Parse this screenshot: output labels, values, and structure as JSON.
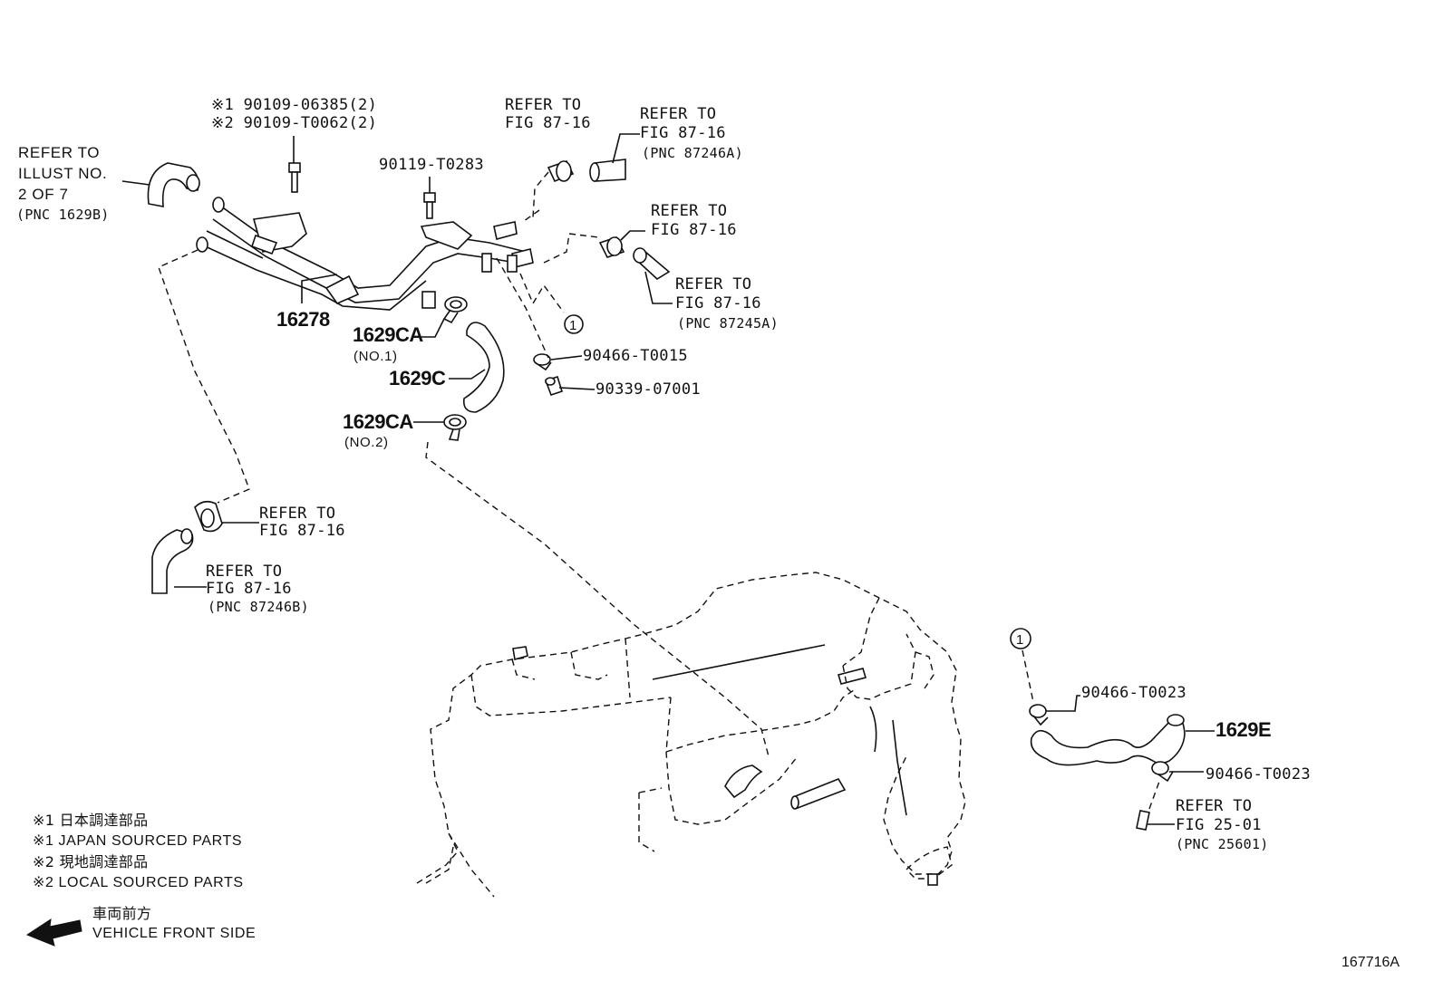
{
  "callouts": {
    "bolt_ref": {
      "line1": "※1 90109-06385(2)",
      "line2": "※2 90109-T0062(2)"
    },
    "refer_illust": {
      "line1": "REFER TO",
      "line2": "ILLUST NO.",
      "line3": "2 OF 7",
      "line4": "(PNC 1629B)"
    },
    "bolt_90119": "90119-T0283",
    "refer_top": {
      "line1": "REFER TO",
      "line2": "FIG 87-16"
    },
    "refer_87246a": {
      "line1": "REFER TO",
      "line2": "FIG 87-16",
      "line3": "(PNC 87246A)"
    },
    "refer_mid_right": {
      "line1": "REFER TO",
      "line2": "FIG 87-16"
    },
    "refer_87245a": {
      "line1": "REFER TO",
      "line2": "FIG 87-16",
      "line3": "(PNC 87245A)"
    },
    "clamp_90466_t0015": "90466-T0015",
    "plug_90339": "90339-07001",
    "refer_left_clamp": {
      "line1": "REFER TO",
      "line2": "FIG 87-16"
    },
    "refer_87246b": {
      "line1": "REFER TO",
      "line2": "FIG 87-16",
      "line3": "(PNC 87246B)"
    },
    "clamp_90466_t0023_a": "90466-T0023",
    "clamp_90466_t0023_b": "90466-T0023",
    "refer_25601": {
      "line1": "REFER TO",
      "line2": "FIG 25-01",
      "line3": "(PNC 25601)"
    },
    "circle_marker": "1"
  },
  "parts": {
    "p16278": "16278",
    "p1629ca_1": "1629CA",
    "p1629ca_1_note": "(NO.1)",
    "p1629c": "1629C",
    "p1629ca_2": "1629CA",
    "p1629ca_2_note": "(NO.2)",
    "p1629e": "1629E"
  },
  "legend": {
    "note1_jp": "※1 日本調達部品",
    "note1_en": "※1 JAPAN SOURCED PARTS",
    "note2_jp": "※2 現地調達部品",
    "note2_en": "※2 LOCAL SOURCED PARTS",
    "front_jp": "車両前方",
    "front_en": "VEHICLE FRONT SIDE"
  },
  "figure_id": "167716A"
}
